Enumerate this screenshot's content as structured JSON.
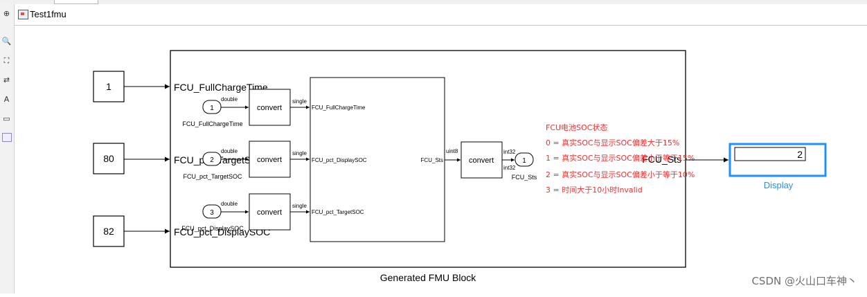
{
  "window": {
    "tab_label": ""
  },
  "toolbar": {
    "icons": [
      "hide-show-icon",
      "zoom-in-icon",
      "fit-view-icon",
      "arrows-icon",
      "annotation-icon",
      "image-icon",
      "blank-box-icon"
    ]
  },
  "address": {
    "model_name": "Test1fmu"
  },
  "sources": [
    {
      "value": "1",
      "signal": "FCU_FullChargeTime"
    },
    {
      "value": "80",
      "signal": "FCU_pct_TargetSOC"
    },
    {
      "value": "82",
      "signal": "FCU_pct_DisplaySOC"
    }
  ],
  "inner_inports": [
    {
      "num": "1",
      "type": "double",
      "name": "FCU_FullChargeTime"
    },
    {
      "num": "2",
      "type": "double",
      "name": "FCU_pct_TargetSOC"
    },
    {
      "num": "3",
      "type": "double",
      "name": "FCU_pct_DisplaySOC"
    }
  ],
  "convert_label": "convert",
  "convert_out_type": "single",
  "subsystem_ports": [
    "FCU_FullChargeTime",
    "FCU_pct_DisplaySOC",
    "FCU_pct_TargetSOC"
  ],
  "subsystem_out": {
    "port": "FCU_Sts",
    "type": "uint8"
  },
  "out_convert": {
    "label": "convert",
    "type1": "int32",
    "type2": "int32"
  },
  "inner_outport": {
    "num": "1",
    "name": "FCU_Sts"
  },
  "fmu": {
    "label": "Generated FMU Block",
    "out_port": "FCU_Sts"
  },
  "annotation": {
    "lines": [
      "FCU电池SOC状态",
      "0 = 真实SOC与显示SOC偏差大于15%",
      "1 = 真实SOC与显示SOC偏差小于等于15%",
      "2 = 真实SOC与显示SOC偏差小于等于10%",
      "3 = 时间大于10小时Invalid"
    ]
  },
  "display": {
    "value": "2",
    "label": "Display",
    "accent": "#1e90ff"
  },
  "watermark": "CSDN @火山口车神丶"
}
